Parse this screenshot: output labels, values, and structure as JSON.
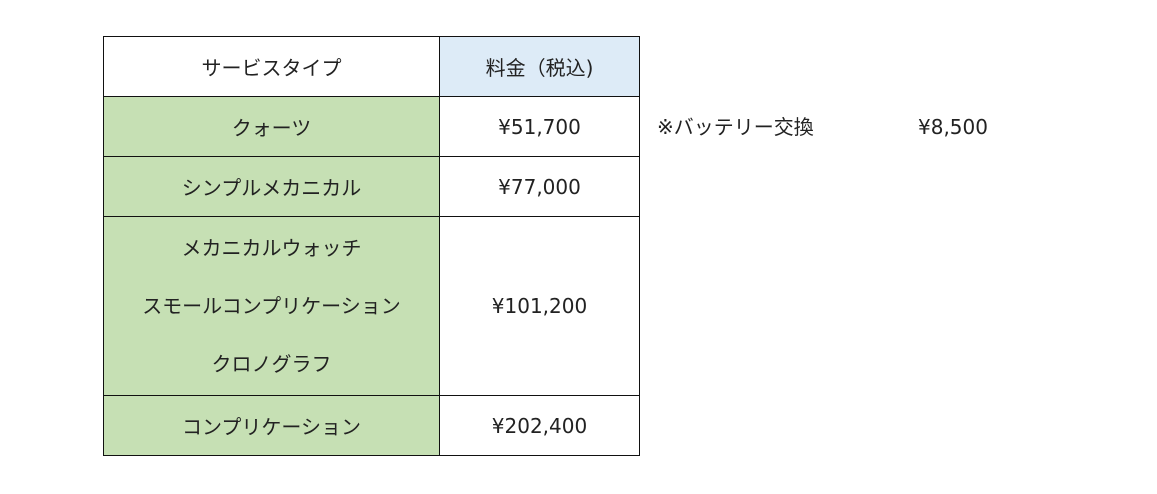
{
  "table": {
    "headers": {
      "service": "サービスタイプ",
      "price": "料金（税込)"
    },
    "rows": [
      {
        "service_lines": [
          "クォーツ"
        ],
        "price": "¥51,700"
      },
      {
        "service_lines": [
          "シンプルメカニカル"
        ],
        "price": "¥77,000"
      },
      {
        "service_lines": [
          "メカニカルウォッチ",
          "スモールコンプリケーション",
          "クロノグラフ"
        ],
        "price": "¥101,200"
      },
      {
        "service_lines": [
          "コンプリケーション"
        ],
        "price": "¥202,400"
      }
    ]
  },
  "note": {
    "label": "※バッテリー交換",
    "price": "¥8,500"
  },
  "colors": {
    "service_fill": "#c6e0b4",
    "price_header_fill": "#ddebf7",
    "border": "#111111"
  }
}
